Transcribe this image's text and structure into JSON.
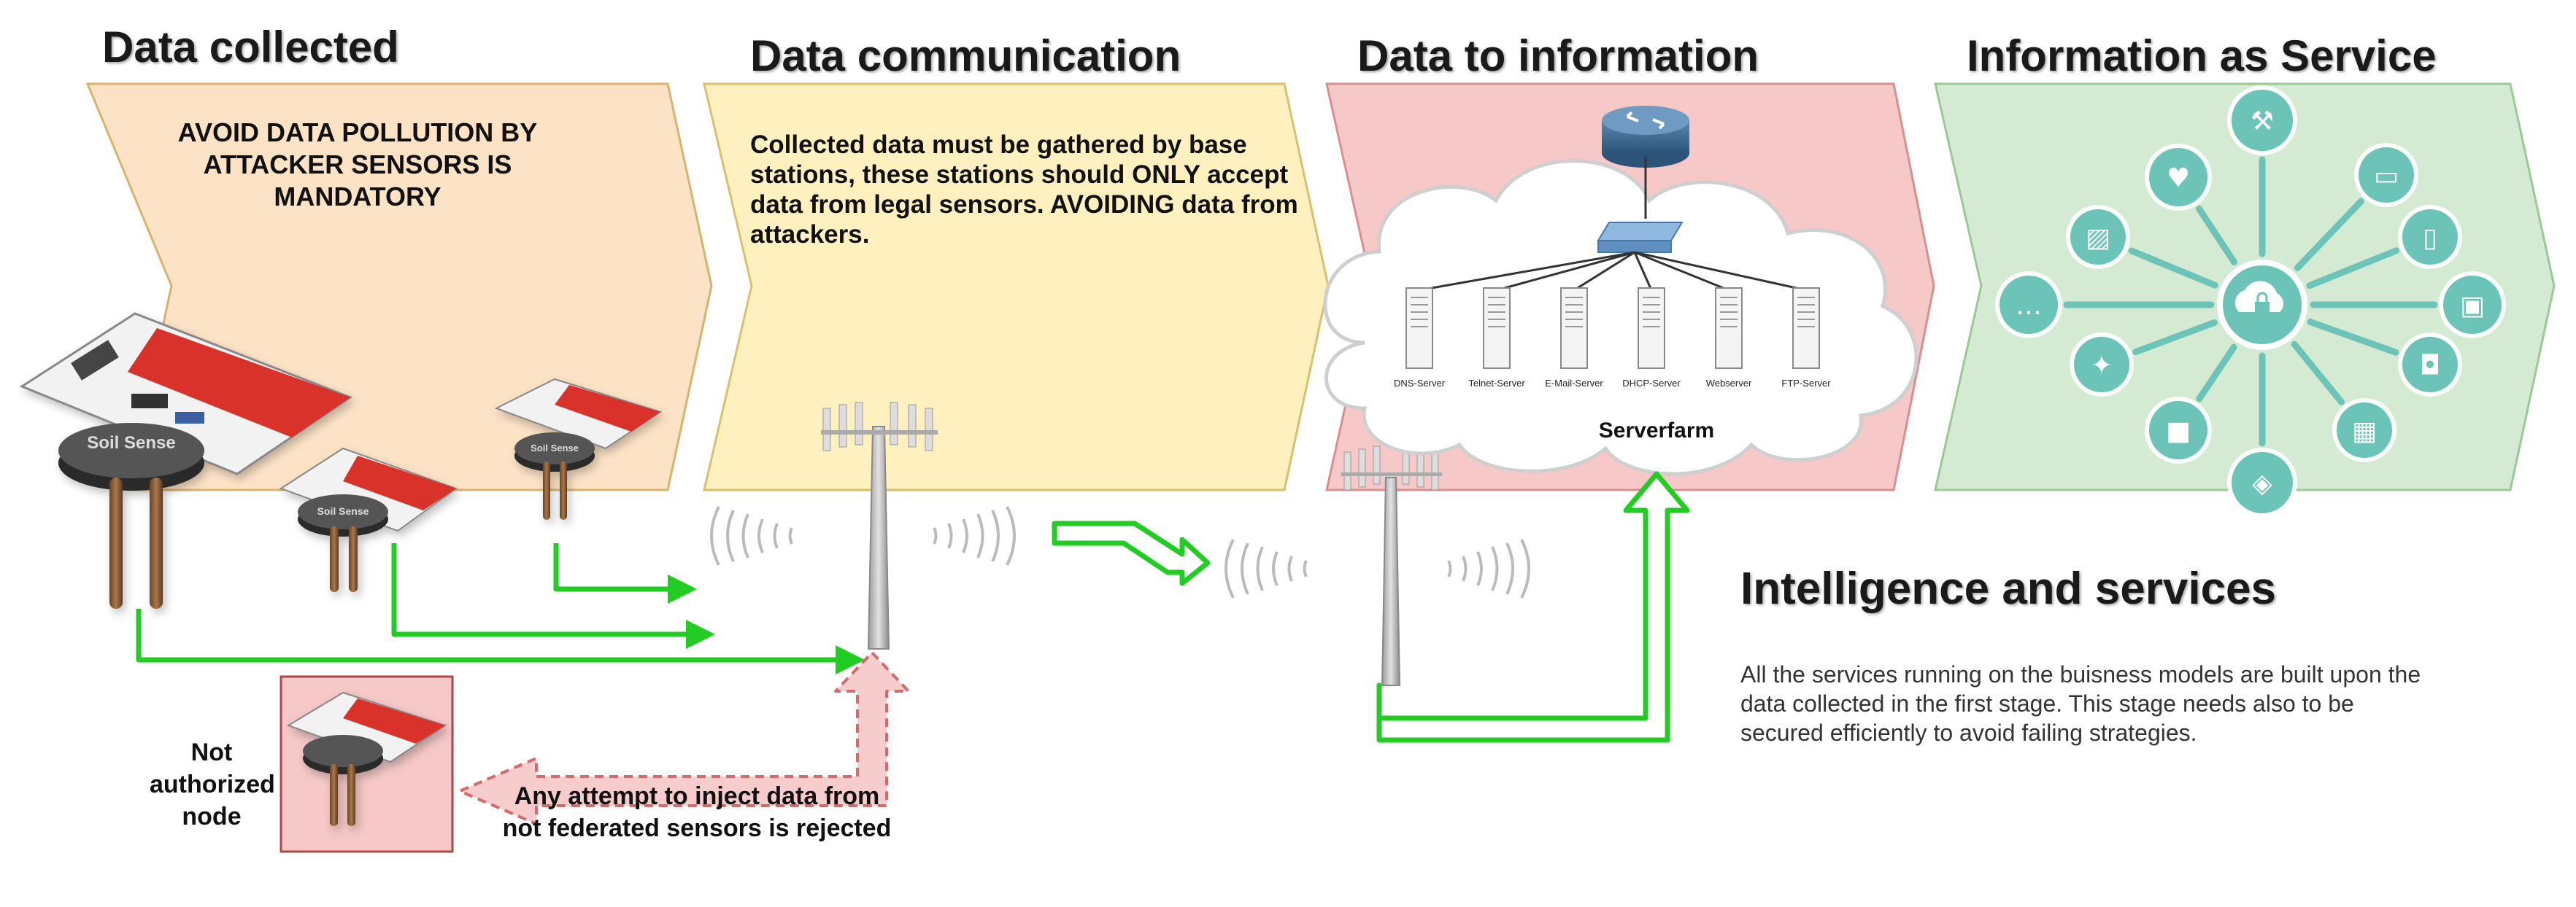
{
  "stages": [
    {
      "title": "Data collected",
      "note": "AVOID DATA POLLUTION BY ATTACKER SENSORS IS MANDATORY",
      "color": "#fde3c6"
    },
    {
      "title": "Data communication",
      "note": "Collected data must be gathered by base stations, these stations should ONLY accept data from legal sensors. AVOIDING data from attackers.",
      "color": "#fff0c0"
    },
    {
      "title": "Data to information",
      "color": "#f6c8c8"
    },
    {
      "title": "Information as Service",
      "color": "#d5ead3"
    }
  ],
  "sensor_label": "Soil Sense",
  "servers": [
    "DNS-Server",
    "Telnet-Server",
    "E-Mail-Server",
    "DHCP-Server",
    "Webserver",
    "FTP-Server"
  ],
  "serverfarm_label": "Serverfarm",
  "intruder": {
    "label": "Not authorized node",
    "rejection": "Any attempt to inject data from not federated sensors is rejected"
  },
  "intelligence": {
    "title": "Intelligence and services",
    "body": "All the services running on the buisness models are built upon the data collected in the first stage. This stage needs also to be secured efficiently to avoid failing strategies."
  },
  "service_icons": [
    "tools-icon",
    "monitor-icon",
    "tablet-icon",
    "gallery-icon",
    "camera-icon",
    "qr-icon",
    "id-card-icon",
    "chip-icon",
    "dna-icon",
    "chat-icon",
    "photo-icon",
    "mail-icon",
    "cloud-lock-icon"
  ],
  "colors": {
    "flow_arrow": "#22cc22",
    "rejected_arrow": "#f4b8b8",
    "service_icon": "#6cc3b7",
    "chevron_border": "#c9a64a"
  }
}
